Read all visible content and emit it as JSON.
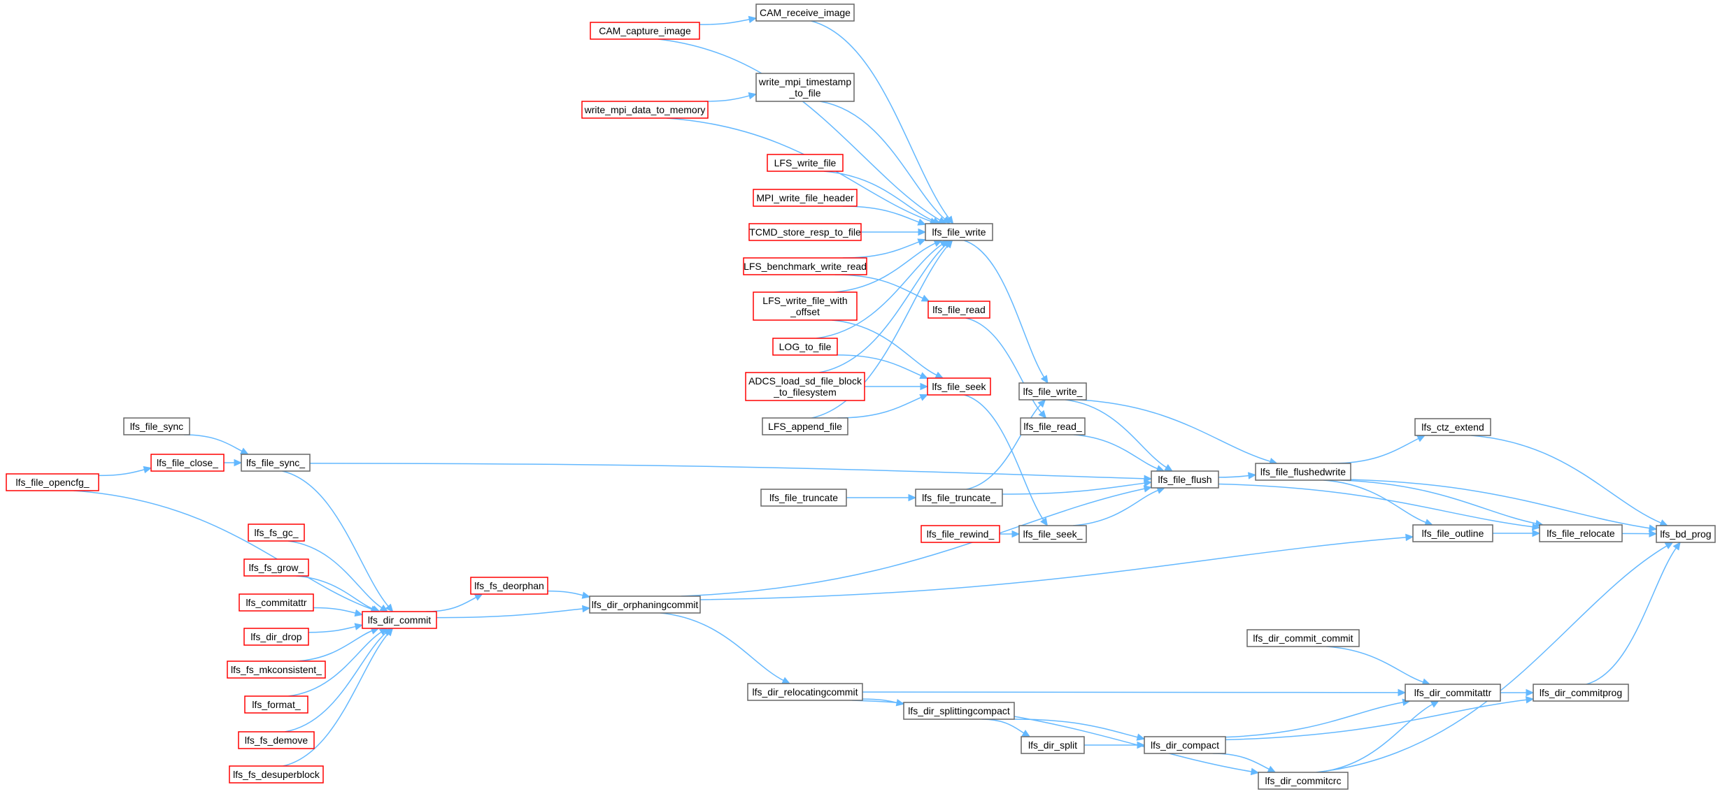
{
  "colors": {
    "edge": "#63b8ff",
    "border_normal": "#666666",
    "border_red": "#ff0000",
    "fill_normal": "#ffffff",
    "fill_red": "#fff0f0",
    "fill_root": "#999999"
  },
  "nodes": [
    {
      "id": "n_cam_receive_image",
      "lines": [
        "CAM_receive_image"
      ],
      "style": "normal"
    },
    {
      "id": "n_cam_capture_image",
      "lines": [
        "CAM_capture_image"
      ],
      "style": "red"
    },
    {
      "id": "n_write_mpi_timestamp",
      "lines": [
        "write_mpi_timestamp",
        "_to_file"
      ],
      "style": "normal"
    },
    {
      "id": "n_write_mpi_data",
      "lines": [
        "write_mpi_data_to_memory"
      ],
      "style": "red"
    },
    {
      "id": "n_lfs_write_file_upper",
      "lines": [
        "LFS_write_file"
      ],
      "style": "red"
    },
    {
      "id": "n_mpi_write_file_header",
      "lines": [
        "MPI_write_file_header"
      ],
      "style": "red"
    },
    {
      "id": "n_tcmd_store_resp",
      "lines": [
        "TCMD_store_resp_to_file"
      ],
      "style": "red"
    },
    {
      "id": "n_lfs_benchmark",
      "lines": [
        "LFS_benchmark_write_read"
      ],
      "style": "red"
    },
    {
      "id": "n_lfs_write_file_offset",
      "lines": [
        "LFS_write_file_with",
        "_offset"
      ],
      "style": "red"
    },
    {
      "id": "n_log_to_file",
      "lines": [
        "LOG_to_file"
      ],
      "style": "red"
    },
    {
      "id": "n_adcs_load",
      "lines": [
        "ADCS_load_sd_file_block",
        "_to_filesystem"
      ],
      "style": "red"
    },
    {
      "id": "n_lfs_append_file",
      "lines": [
        "LFS_append_file"
      ],
      "style": "normal"
    },
    {
      "id": "n_lfs_file_write",
      "lines": [
        "lfs_file_write"
      ],
      "style": "normal"
    },
    {
      "id": "n_lfs_file_read",
      "lines": [
        "lfs_file_read"
      ],
      "style": "red"
    },
    {
      "id": "n_lfs_file_seek",
      "lines": [
        "lfs_file_seek"
      ],
      "style": "red"
    },
    {
      "id": "n_lfs_file_write_",
      "lines": [
        "lfs_file_write_"
      ],
      "style": "normal"
    },
    {
      "id": "n_lfs_file_read_",
      "lines": [
        "lfs_file_read_"
      ],
      "style": "normal"
    },
    {
      "id": "n_lfs_file_sync",
      "lines": [
        "lfs_file_sync"
      ],
      "style": "normal"
    },
    {
      "id": "n_lfs_file_close_",
      "lines": [
        "lfs_file_close_"
      ],
      "style": "red"
    },
    {
      "id": "n_lfs_file_sync_",
      "lines": [
        "lfs_file_sync_"
      ],
      "style": "normal"
    },
    {
      "id": "n_lfs_file_opencfg_",
      "lines": [
        "lfs_file_opencfg_"
      ],
      "style": "red"
    },
    {
      "id": "n_lfs_file_truncate",
      "lines": [
        "lfs_file_truncate"
      ],
      "style": "normal"
    },
    {
      "id": "n_lfs_file_truncate_",
      "lines": [
        "lfs_file_truncate_"
      ],
      "style": "normal"
    },
    {
      "id": "n_lfs_file_flush",
      "lines": [
        "lfs_file_flush"
      ],
      "style": "normal"
    },
    {
      "id": "n_lfs_file_rewind_",
      "lines": [
        "lfs_file_rewind_"
      ],
      "style": "red"
    },
    {
      "id": "n_lfs_file_seek_",
      "lines": [
        "lfs_file_seek_"
      ],
      "style": "normal"
    },
    {
      "id": "n_lfs_file_flushedwrite",
      "lines": [
        "lfs_file_flushedwrite"
      ],
      "style": "normal"
    },
    {
      "id": "n_lfs_ctz_extend",
      "lines": [
        "lfs_ctz_extend"
      ],
      "style": "normal"
    },
    {
      "id": "n_lfs_file_outline",
      "lines": [
        "lfs_file_outline"
      ],
      "style": "normal"
    },
    {
      "id": "n_lfs_file_relocate",
      "lines": [
        "lfs_file_relocate"
      ],
      "style": "normal"
    },
    {
      "id": "n_lfs_bd_prog",
      "lines": [
        "lfs_bd_prog"
      ],
      "style": "root"
    },
    {
      "id": "n_lfs_fs_gc_",
      "lines": [
        "lfs_fs_gc_"
      ],
      "style": "red"
    },
    {
      "id": "n_lfs_fs_grow_",
      "lines": [
        "lfs_fs_grow_"
      ],
      "style": "red"
    },
    {
      "id": "n_lfs_commitattr",
      "lines": [
        "lfs_commitattr"
      ],
      "style": "red"
    },
    {
      "id": "n_lfs_dir_drop",
      "lines": [
        "lfs_dir_drop"
      ],
      "style": "red"
    },
    {
      "id": "n_lfs_fs_mkconsistent_",
      "lines": [
        "lfs_fs_mkconsistent_"
      ],
      "style": "red"
    },
    {
      "id": "n_lfs_format_",
      "lines": [
        "lfs_format_"
      ],
      "style": "red"
    },
    {
      "id": "n_lfs_fs_demove",
      "lines": [
        "lfs_fs_demove"
      ],
      "style": "red"
    },
    {
      "id": "n_lfs_fs_desuperblock",
      "lines": [
        "lfs_fs_desuperblock"
      ],
      "style": "red"
    },
    {
      "id": "n_lfs_dir_commit",
      "lines": [
        "lfs_dir_commit"
      ],
      "style": "red"
    },
    {
      "id": "n_lfs_fs_deorphan",
      "lines": [
        "lfs_fs_deorphan"
      ],
      "style": "red"
    },
    {
      "id": "n_lfs_dir_orphaningcommit",
      "lines": [
        "lfs_dir_orphaningcommit"
      ],
      "style": "normal"
    },
    {
      "id": "n_lfs_dir_relocatingcommit",
      "lines": [
        "lfs_dir_relocatingcommit"
      ],
      "style": "normal"
    },
    {
      "id": "n_lfs_dir_splittingcompact",
      "lines": [
        "lfs_dir_splittingcompact"
      ],
      "style": "normal"
    },
    {
      "id": "n_lfs_dir_split",
      "lines": [
        "lfs_dir_split"
      ],
      "style": "normal"
    },
    {
      "id": "n_lfs_dir_compact",
      "lines": [
        "lfs_dir_compact"
      ],
      "style": "normal"
    },
    {
      "id": "n_lfs_dir_commit_commit",
      "lines": [
        "lfs_dir_commit_commit"
      ],
      "style": "normal"
    },
    {
      "id": "n_lfs_dir_commitattr",
      "lines": [
        "lfs_dir_commitattr"
      ],
      "style": "normal"
    },
    {
      "id": "n_lfs_dir_commitprog",
      "lines": [
        "lfs_dir_commitprog"
      ],
      "style": "normal"
    },
    {
      "id": "n_lfs_dir_commitcrc",
      "lines": [
        "lfs_dir_commitcrc"
      ],
      "style": "normal"
    }
  ],
  "edges": [
    [
      "n_cam_capture_image",
      "n_cam_receive_image"
    ],
    [
      "n_write_mpi_data",
      "n_write_mpi_timestamp"
    ],
    [
      "n_cam_receive_image",
      "n_lfs_file_write"
    ],
    [
      "n_cam_capture_image",
      "n_lfs_file_write"
    ],
    [
      "n_write_mpi_timestamp",
      "n_lfs_file_write"
    ],
    [
      "n_write_mpi_data",
      "n_lfs_file_write"
    ],
    [
      "n_lfs_write_file_upper",
      "n_lfs_file_write"
    ],
    [
      "n_mpi_write_file_header",
      "n_lfs_file_write"
    ],
    [
      "n_tcmd_store_resp",
      "n_lfs_file_write"
    ],
    [
      "n_lfs_benchmark",
      "n_lfs_file_write"
    ],
    [
      "n_lfs_write_file_offset",
      "n_lfs_file_write"
    ],
    [
      "n_log_to_file",
      "n_lfs_file_write"
    ],
    [
      "n_adcs_load",
      "n_lfs_file_write"
    ],
    [
      "n_lfs_append_file",
      "n_lfs_file_write"
    ],
    [
      "n_lfs_benchmark",
      "n_lfs_file_read"
    ],
    [
      "n_lfs_write_file_offset",
      "n_lfs_file_seek"
    ],
    [
      "n_log_to_file",
      "n_lfs_file_seek"
    ],
    [
      "n_adcs_load",
      "n_lfs_file_seek"
    ],
    [
      "n_lfs_append_file",
      "n_lfs_file_seek"
    ],
    [
      "n_lfs_file_write",
      "n_lfs_file_write_"
    ],
    [
      "n_lfs_file_read",
      "n_lfs_file_read_"
    ],
    [
      "n_lfs_file_seek",
      "n_lfs_file_seek_"
    ],
    [
      "n_lfs_file_sync",
      "n_lfs_file_sync_"
    ],
    [
      "n_lfs_file_close_",
      "n_lfs_file_sync_"
    ],
    [
      "n_lfs_file_opencfg_",
      "n_lfs_file_close_"
    ],
    [
      "n_lfs_file_truncate",
      "n_lfs_file_truncate_"
    ],
    [
      "n_lfs_file_truncate_",
      "n_lfs_file_write_"
    ],
    [
      "n_lfs_file_rewind_",
      "n_lfs_file_seek_"
    ],
    [
      "n_lfs_file_write_",
      "n_lfs_file_flush"
    ],
    [
      "n_lfs_file_read_",
      "n_lfs_file_flush"
    ],
    [
      "n_lfs_file_sync_",
      "n_lfs_file_flush"
    ],
    [
      "n_lfs_file_truncate_",
      "n_lfs_file_flush"
    ],
    [
      "n_lfs_file_seek_",
      "n_lfs_file_flush"
    ],
    [
      "n_lfs_dir_orphaningcommit",
      "n_lfs_file_flush"
    ],
    [
      "n_lfs_file_write_",
      "n_lfs_file_flushedwrite"
    ],
    [
      "n_lfs_file_flush",
      "n_lfs_file_flushedwrite"
    ],
    [
      "n_lfs_file_flushedwrite",
      "n_lfs_ctz_extend"
    ],
    [
      "n_lfs_file_flushedwrite",
      "n_lfs_file_relocate"
    ],
    [
      "n_lfs_file_flushedwrite",
      "n_lfs_file_outline"
    ],
    [
      "n_lfs_file_outline",
      "n_lfs_file_relocate"
    ],
    [
      "n_lfs_file_flush",
      "n_lfs_file_relocate"
    ],
    [
      "n_lfs_dir_orphaningcommit",
      "n_lfs_file_outline"
    ],
    [
      "n_lfs_ctz_extend",
      "n_lfs_bd_prog"
    ],
    [
      "n_lfs_file_flushedwrite",
      "n_lfs_bd_prog"
    ],
    [
      "n_lfs_file_relocate",
      "n_lfs_bd_prog"
    ],
    [
      "n_lfs_dir_commitprog",
      "n_lfs_bd_prog"
    ],
    [
      "n_lfs_dir_commitcrc",
      "n_lfs_bd_prog"
    ],
    [
      "n_lfs_file_sync_",
      "n_lfs_dir_commit"
    ],
    [
      "n_lfs_file_opencfg_",
      "n_lfs_dir_commit"
    ],
    [
      "n_lfs_fs_gc_",
      "n_lfs_dir_commit"
    ],
    [
      "n_lfs_fs_grow_",
      "n_lfs_dir_commit"
    ],
    [
      "n_lfs_commitattr",
      "n_lfs_dir_commit"
    ],
    [
      "n_lfs_dir_drop",
      "n_lfs_dir_commit"
    ],
    [
      "n_lfs_fs_mkconsistent_",
      "n_lfs_dir_commit"
    ],
    [
      "n_lfs_format_",
      "n_lfs_dir_commit"
    ],
    [
      "n_lfs_fs_demove",
      "n_lfs_dir_commit"
    ],
    [
      "n_lfs_fs_desuperblock",
      "n_lfs_dir_commit"
    ],
    [
      "n_lfs_dir_commit",
      "n_lfs_fs_deorphan"
    ],
    [
      "n_lfs_fs_deorphan",
      "n_lfs_dir_orphaningcommit"
    ],
    [
      "n_lfs_dir_commit",
      "n_lfs_dir_orphaningcommit"
    ],
    [
      "n_lfs_dir_orphaningcommit",
      "n_lfs_dir_relocatingcommit"
    ],
    [
      "n_lfs_dir_relocatingcommit",
      "n_lfs_dir_splittingcompact"
    ],
    [
      "n_lfs_dir_relocatingcommit",
      "n_lfs_dir_commitattr"
    ],
    [
      "n_lfs_dir_relocatingcommit",
      "n_lfs_dir_commitcrc"
    ],
    [
      "n_lfs_dir_splittingcompact",
      "n_lfs_dir_split"
    ],
    [
      "n_lfs_dir_splittingcompact",
      "n_lfs_dir_compact"
    ],
    [
      "n_lfs_dir_split",
      "n_lfs_dir_compact"
    ],
    [
      "n_lfs_dir_compact",
      "n_lfs_dir_commitattr"
    ],
    [
      "n_lfs_dir_compact",
      "n_lfs_dir_commitprog"
    ],
    [
      "n_lfs_dir_compact",
      "n_lfs_dir_commitcrc"
    ],
    [
      "n_lfs_dir_commit_commit",
      "n_lfs_dir_commitattr"
    ],
    [
      "n_lfs_dir_commitcrc",
      "n_lfs_dir_commitattr"
    ],
    [
      "n_lfs_dir_commitattr",
      "n_lfs_dir_commitprog"
    ]
  ]
}
